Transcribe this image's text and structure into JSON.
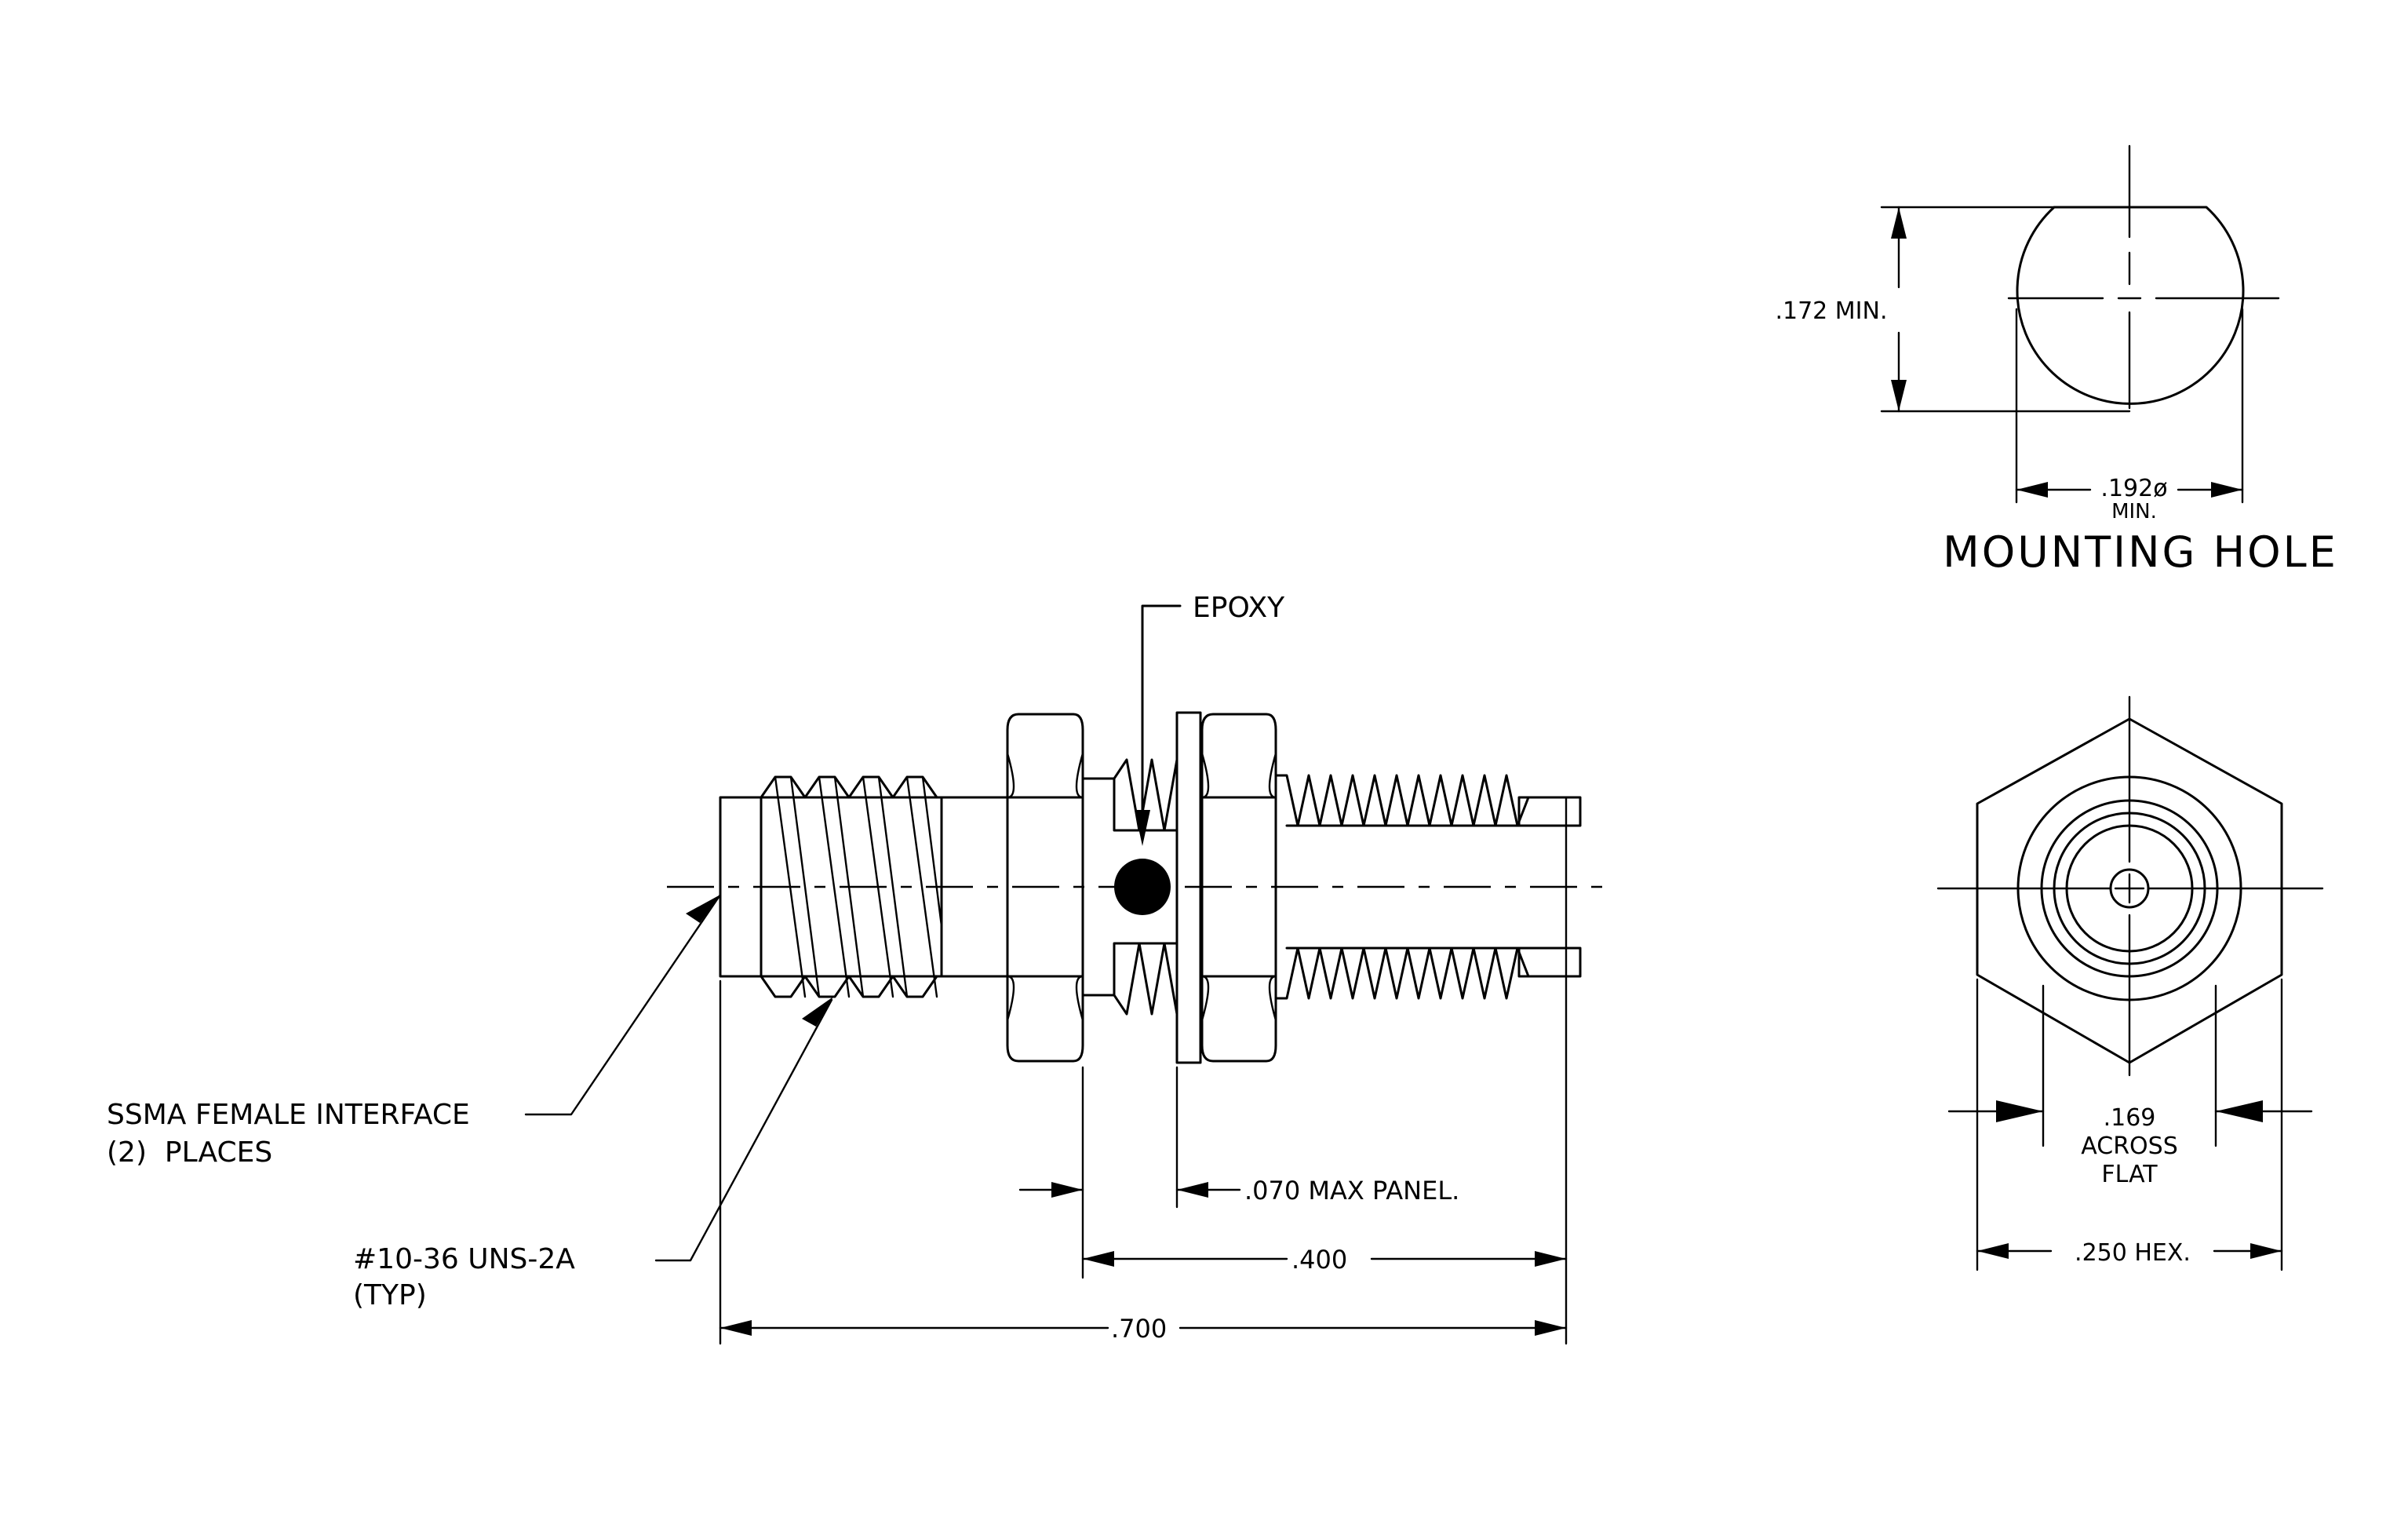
{
  "labels": {
    "epoxy": "EPOXY",
    "interface_line1": "SSMA FEMALE INTERFACE",
    "interface_line2": "(2)  PLACES",
    "thread_line1": "#10-36 UNS-2A",
    "thread_line2": "(TYP)",
    "mounting_hole": "MOUNTING HOLE",
    "hole_height": ".172 MIN.",
    "hole_diameter": ".192ø",
    "hole_diameter_min": "MIN.",
    "max_panel": ".070 MAX PANEL.",
    "dim_400": ".400",
    "dim_700": ".700",
    "across_flat_value": ".169",
    "across_flat_line2": "ACROSS",
    "across_flat_line3": "FLAT",
    "hex": ".250 HEX."
  }
}
